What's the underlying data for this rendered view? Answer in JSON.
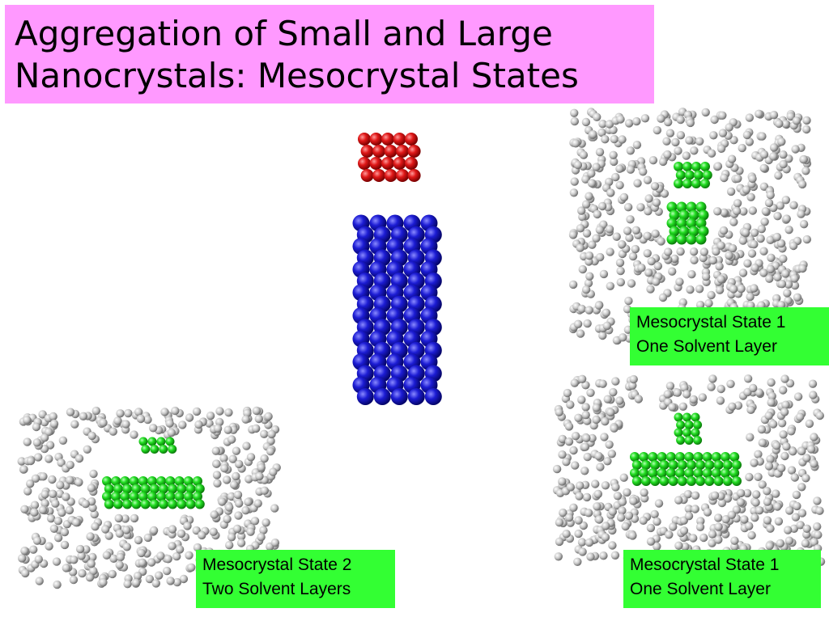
{
  "slide": {
    "title_lines": [
      "Aggregation of Small and Large",
      "Nanocrystals:  Mesocrystal States"
    ]
  },
  "panels": {
    "state1_top": {
      "line1": "Mesocrystal State 1",
      "line2": "One Solvent Layer"
    },
    "state1_bottom": {
      "line1": "Mesocrystal State 1",
      "line2": "One Solvent Layer"
    },
    "state2": {
      "line1": "Mesocrystal State 2",
      "line2": "Two Solvent Layers"
    }
  },
  "colors": {
    "title_background": "#ff99ff",
    "label_background": "#33ff33",
    "small_nanocrystal": "#dd1111",
    "large_nanocrystal": "#1a1ad0",
    "aggregate_nanocrystal": "#22dd22",
    "solvent": "#c8c8c8"
  }
}
